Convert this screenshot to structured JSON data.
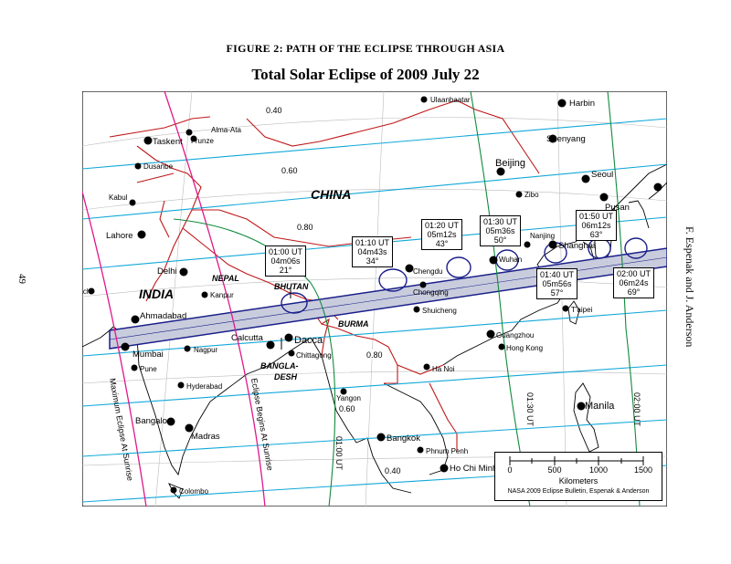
{
  "figure_caption": "FIGURE 2: PATH OF THE ECLIPSE THROUGH ASIA",
  "title": "Total Solar Eclipse of  2009 July 22",
  "page_number": "49",
  "authors": "F. Espenak and J. Anderson",
  "countries": [
    "CHINA",
    "INDIA",
    "NEPAL",
    "BHUTAN",
    "BURMA",
    "BANGLA-",
    "DESH"
  ],
  "cities": [
    "Ulaanbaatar",
    "Harbin",
    "Alma-Ata",
    "Taskent",
    "Frunze",
    "Dusanbe",
    "Shenyang",
    "Beijing",
    "Seoul",
    "Kabul",
    "Zibo",
    "Pusan",
    "Lahore",
    "Nanjing",
    "Shanghai",
    "Delhi",
    "Karachi",
    "Kanpur",
    "Chengdu",
    "Wuhan",
    "Chongqing",
    "Ahmadabad",
    "T'aipei",
    "Shuicheng",
    "Calcutta",
    "Dacca",
    "Guangzhou",
    "Mumbai",
    "Nagpur",
    "Chittagong",
    "Hong Kong",
    "Pune",
    "Ha Noi",
    "Hyderabad",
    "Yangon",
    "Manila",
    "Bangalore",
    "Madras",
    "Bangkok",
    "Phnum Penh",
    "Ho Chi Minh",
    "Colombo"
  ],
  "magnitude_labels": [
    "0.40",
    "0.60",
    "0.80",
    "0.80",
    "0.60",
    "0.40"
  ],
  "time_labels": [
    {
      "time": "01:00 UT",
      "duration": "04m06s",
      "altitude": "21°"
    },
    {
      "time": "01:10 UT",
      "duration": "04m43s",
      "altitude": "34°"
    },
    {
      "time": "01:20 UT",
      "duration": "05m12s",
      "altitude": "43°"
    },
    {
      "time": "01:30 UT",
      "duration": "05m36s",
      "altitude": "50°"
    },
    {
      "time": "01:40 UT",
      "duration": "05m56s",
      "altitude": "57°"
    },
    {
      "time": "01:50 UT",
      "duration": "06m12s",
      "altitude": "63°"
    },
    {
      "time": "02:00 UT",
      "duration": "06m24s",
      "altitude": "69°"
    }
  ],
  "meridian_labels": [
    "01:00 UT",
    "01:30 UT",
    "02:00 UT"
  ],
  "curve_labels": [
    "Maximum Eclipse At Sunrise",
    "Eclipse Begins At Sunrise"
  ],
  "scale": {
    "ticks": [
      "0",
      "500",
      "1000",
      "1500"
    ],
    "unit": "Kilometers",
    "credit": "NASA 2009 Eclipse Bulletin, Espenak & Anderson"
  },
  "colors": {
    "path_fill": "#c9ccdc",
    "path_edge": "#1a1f8a",
    "magnitude": "#12a8d8",
    "sunrise": "#e0178c",
    "meridian": "#108a3c",
    "border": "#c01818"
  }
}
